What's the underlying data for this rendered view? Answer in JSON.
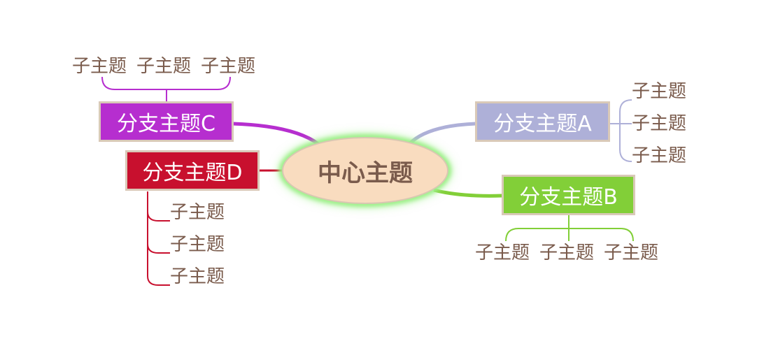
{
  "colors": {
    "central_fill": "#f9dcbf",
    "central_text": "#7a5b4c",
    "central_glow": "#9ef08a",
    "branch_border": "#d9c9b8",
    "subtopic_text": "#7a5b4c"
  },
  "central": {
    "label": "中心主题"
  },
  "branches": [
    {
      "id": "a",
      "label": "分支主题A",
      "color": "#aeb0d8",
      "subtopics": [
        "子主题",
        "子主题",
        "子主题"
      ]
    },
    {
      "id": "b",
      "label": "分支主题B",
      "color": "#82cf38",
      "subtopics": [
        "子主题",
        "子主题",
        "子主题"
      ]
    },
    {
      "id": "c",
      "label": "分支主题C",
      "color": "#b62ecf",
      "subtopics": [
        "子主题",
        "子主题",
        "子主题"
      ]
    },
    {
      "id": "d",
      "label": "分支主题D",
      "color": "#c8102e",
      "subtopics": [
        "子主题",
        "子主题",
        "子主题"
      ]
    }
  ]
}
